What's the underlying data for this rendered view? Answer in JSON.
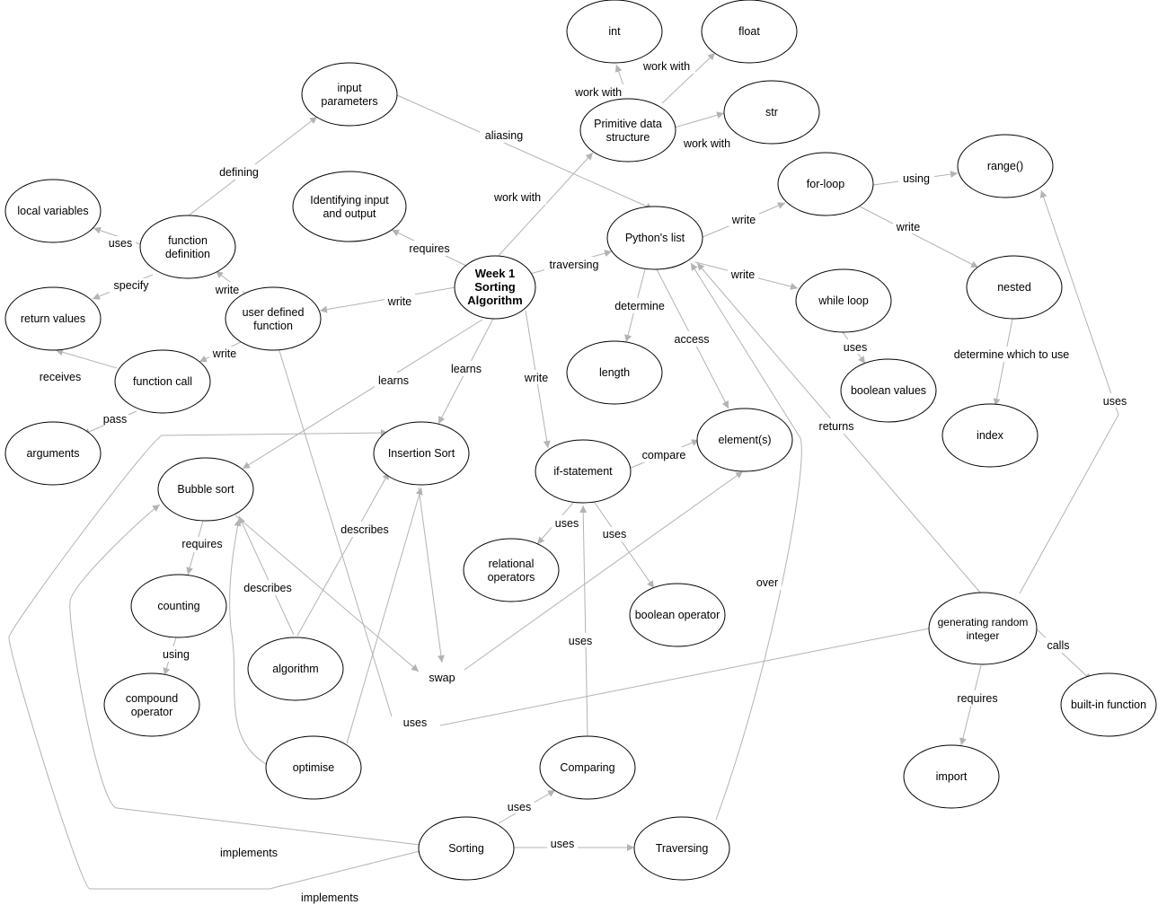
{
  "colors": {
    "edge": "#b3b3b3",
    "node_stroke": "#000000",
    "node_fill": "#ffffff",
    "text": "#000000"
  },
  "nodes": {
    "week1": [
      "Week 1",
      "Sorting",
      "Algorithm"
    ],
    "input_parameters": [
      "input",
      "parameters"
    ],
    "local_variables": [
      "local variables"
    ],
    "function_definition": [
      "function",
      "definition"
    ],
    "identifying_io": [
      "Identifying input",
      "and output"
    ],
    "return_values": [
      "return values"
    ],
    "user_defined_function": [
      "user defined",
      "function"
    ],
    "function_call": [
      "function call"
    ],
    "arguments": [
      "arguments"
    ],
    "int": [
      "int"
    ],
    "float": [
      "float"
    ],
    "primitive": [
      "Primitive data",
      "structure"
    ],
    "str": [
      "str"
    ],
    "range": [
      "range()"
    ],
    "for_loop": [
      "for-loop"
    ],
    "pythons_list": [
      "Python's list"
    ],
    "nested": [
      "nested"
    ],
    "while_loop": [
      "while loop"
    ],
    "length": [
      "length"
    ],
    "boolean_values": [
      "boolean values"
    ],
    "index": [
      "index"
    ],
    "element": [
      "element(s)"
    ],
    "insertion_sort": [
      "Insertion Sort"
    ],
    "if_statement": [
      "if-statement"
    ],
    "bubble_sort": [
      "Bubble sort"
    ],
    "relational_operators": [
      "relational",
      "operators"
    ],
    "counting": [
      "counting"
    ],
    "boolean_operator": [
      "boolean operator"
    ],
    "algorithm": [
      "algorithm"
    ],
    "generating_random": [
      "generating random",
      "integer"
    ],
    "compound_operator": [
      "compound",
      "operator"
    ],
    "builtin_function": [
      "built-in function"
    ],
    "optimise": [
      "optimise"
    ],
    "comparing": [
      "Comparing"
    ],
    "import": [
      "import"
    ],
    "sorting": [
      "Sorting"
    ],
    "traversing": [
      "Traversing"
    ],
    "swap": [
      "swap"
    ],
    "uses_text": [
      "uses"
    ]
  },
  "edges": [
    {
      "id": "e1",
      "label": "defining"
    },
    {
      "id": "e2",
      "label": "uses"
    },
    {
      "id": "e3",
      "label": "specify"
    },
    {
      "id": "e4",
      "label": "write"
    },
    {
      "id": "e5",
      "label": "write"
    },
    {
      "id": "e6",
      "label": "receives"
    },
    {
      "id": "e7",
      "label": "pass"
    },
    {
      "id": "e8",
      "label": "aliasing"
    },
    {
      "id": "e9",
      "label": "requires"
    },
    {
      "id": "e10",
      "label": "work with"
    },
    {
      "id": "e11",
      "label": "write"
    },
    {
      "id": "e12",
      "label": "work with"
    },
    {
      "id": "e13",
      "label": "work with"
    },
    {
      "id": "e14",
      "label": "work with"
    },
    {
      "id": "e15",
      "label": "traversing"
    },
    {
      "id": "e16",
      "label": "learns"
    },
    {
      "id": "e17",
      "label": "learns"
    },
    {
      "id": "e18",
      "label": "write"
    },
    {
      "id": "e19",
      "label": "write"
    },
    {
      "id": "e20",
      "label": "write"
    },
    {
      "id": "e21",
      "label": "determine"
    },
    {
      "id": "e22",
      "label": "access"
    },
    {
      "id": "e23",
      "label": "using"
    },
    {
      "id": "e24",
      "label": "write"
    },
    {
      "id": "e25",
      "label": "uses"
    },
    {
      "id": "e26",
      "label": "determine which to use"
    },
    {
      "id": "e27",
      "label": "uses"
    },
    {
      "id": "e28",
      "label": "returns"
    },
    {
      "id": "e29",
      "label": "compare"
    },
    {
      "id": "e30",
      "label": "uses"
    },
    {
      "id": "e31",
      "label": "uses"
    },
    {
      "id": "e32",
      "label": "requires"
    },
    {
      "id": "e33",
      "label": "using"
    },
    {
      "id": "e34",
      "label": "describes"
    },
    {
      "id": "e35",
      "label": "describes"
    },
    {
      "id": "e36",
      "label": "calls"
    },
    {
      "id": "e37",
      "label": "requires"
    },
    {
      "id": "e38",
      "label": "uses"
    },
    {
      "id": "e39",
      "label": "over"
    },
    {
      "id": "e40",
      "label": "uses"
    },
    {
      "id": "e41",
      "label": "uses"
    },
    {
      "id": "e42",
      "label": "implements"
    },
    {
      "id": "e43",
      "label": "implements"
    }
  ]
}
